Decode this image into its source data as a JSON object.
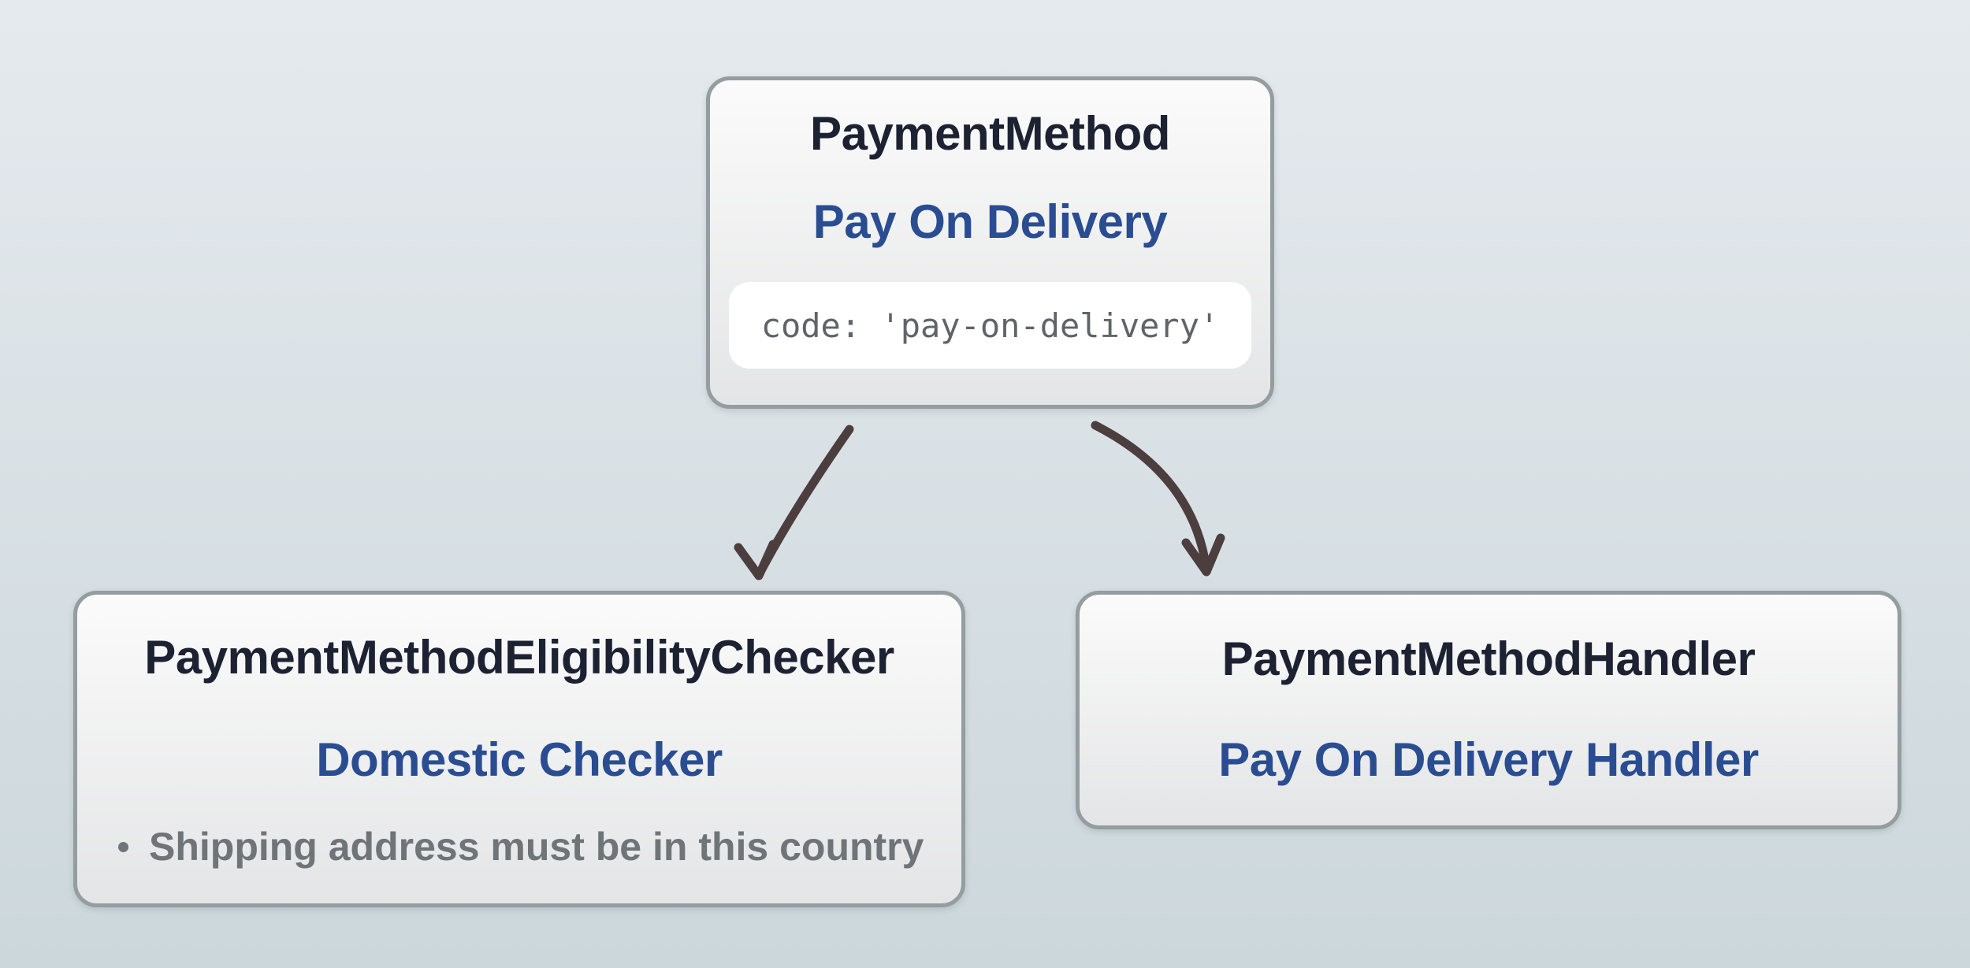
{
  "colors": {
    "bg_top": "#e5eaee",
    "bg_bottom": "#ccd7dc",
    "box_border": "#949d9f",
    "box_bg_top": "#fbfbfb",
    "box_bg_bottom": "#e4e5e6",
    "title_text": "#1d2233",
    "accent_blue": "#2a4d92",
    "muted_gray": "#6f7478",
    "code_text": "#5f6468",
    "code_bg": "#ffffff",
    "arrow": "#4c3e3e"
  },
  "diagram": {
    "payment_method": {
      "class_name": "PaymentMethod",
      "instance_label": "Pay On Delivery",
      "code_snippet": "code: 'pay-on-delivery'"
    },
    "eligibility_checker": {
      "class_name": "PaymentMethodEligibilityChecker",
      "instance_label": "Domestic Checker",
      "rules": [
        "Shipping address must be in this country"
      ]
    },
    "handler": {
      "class_name": "PaymentMethodHandler",
      "instance_label": "Pay On Delivery Handler"
    }
  }
}
